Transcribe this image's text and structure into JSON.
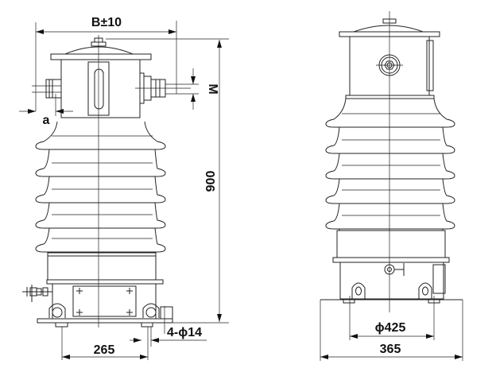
{
  "front_view": {
    "width_dim": "B±10",
    "height_dim": "900",
    "terminal_dim": "M",
    "offset_dim": "a",
    "hole_spacing_dim": "265",
    "hole_dim": "4-ϕ14"
  },
  "side_view": {
    "circle_dim": "ϕ425",
    "base_width_dim": "365"
  }
}
